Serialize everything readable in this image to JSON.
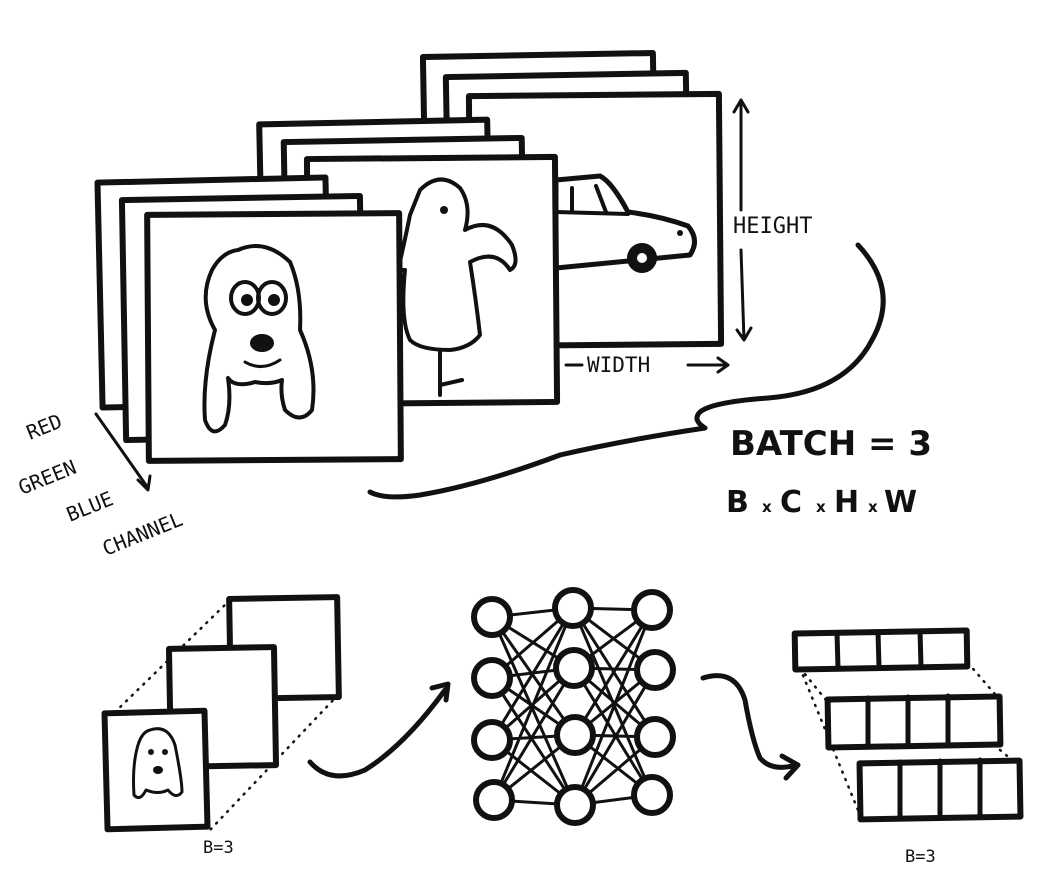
{
  "labels": {
    "height": "HEIGHT",
    "width": "WIDTH",
    "red": "RED",
    "green": "GREEN",
    "blue": "BLUE",
    "channel": "CHANNEL",
    "batch": "BATCH = 3",
    "dims": {
      "b": "B",
      "c": "C",
      "h": "H",
      "w": "W",
      "x": "x"
    },
    "b3_input": "B=3",
    "b3_output": "B=3"
  },
  "colors": {
    "ink": "#111111",
    "background": "#ffffff"
  },
  "icons": [
    "dog-icon",
    "bird-icon",
    "car-icon",
    "neural-network-icon"
  ]
}
